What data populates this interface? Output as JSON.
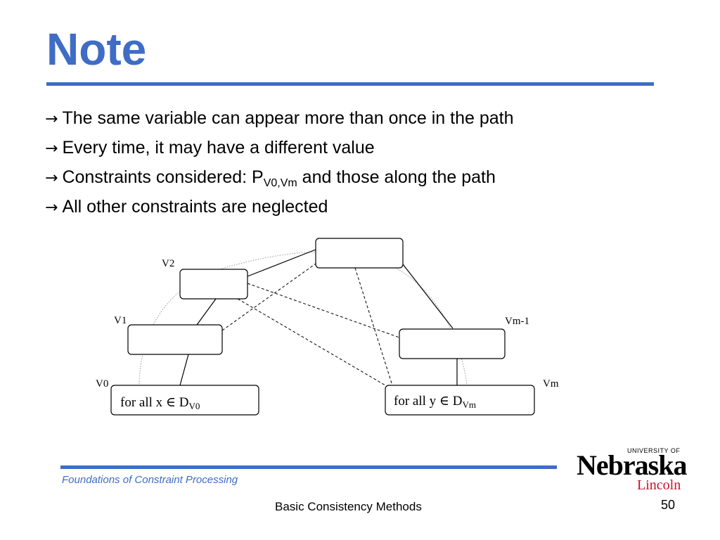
{
  "slide": {
    "title": "Note",
    "bullets": [
      {
        "text": "The same variable can appear more than once in the path"
      },
      {
        "text": "Every time, it may have a different value"
      },
      {
        "pre": "Constraints considered: P",
        "sub": "V0,Vm",
        "post": " and those along the path"
      },
      {
        "text": "All other constraints are neglected"
      }
    ],
    "bullet_icon": "right-arrow-icon"
  },
  "diagram": {
    "labels": {
      "v0": "V0",
      "v1": "V1",
      "v2": "V2",
      "vm1": "Vm-1",
      "vm": "Vm"
    },
    "domain_v0": {
      "pre": "for all  x ",
      "elem": "∈",
      "mid": " D",
      "sub": "V0"
    },
    "domain_vm": {
      "pre": "for all y ",
      "elem": "∈",
      "mid": " D",
      "sub": "Vm"
    }
  },
  "footer": {
    "course": "Foundations of Constraint Processing",
    "topic": "Basic Consistency Methods",
    "page": "50"
  },
  "logo": {
    "university": "UNIVERSITY OF",
    "name": "Nebraska",
    "city": "Lincoln"
  },
  "colors": {
    "accent": "#3f6cc5",
    "logo_red": "#c8102e"
  }
}
